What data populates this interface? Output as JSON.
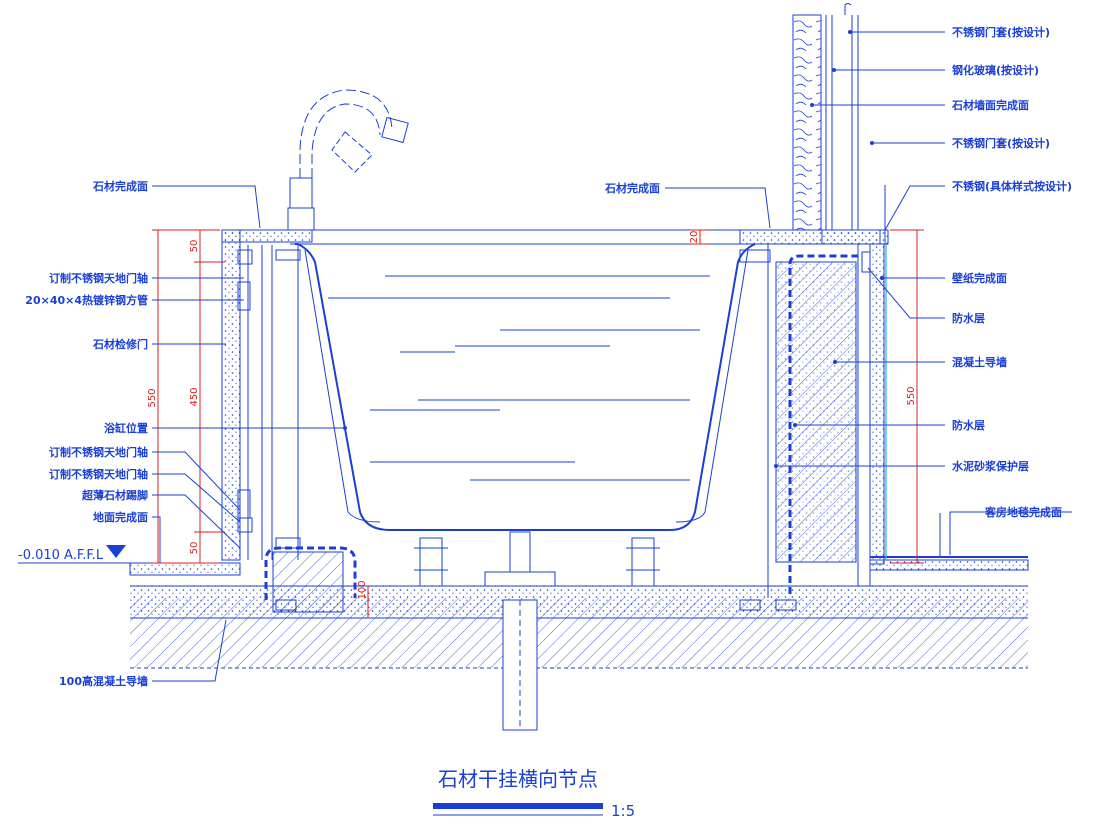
{
  "labels_left": [
    "石材完成面",
    "订制不锈钢天地门轴",
    "20×40×4热镀锌钢方管",
    "石材检修门",
    "浴缸位置",
    "订制不锈钢天地门轴",
    "订制不锈钢天地门轴",
    "超薄石材踢脚",
    "地面完成面",
    "100高混凝土导墙"
  ],
  "label_center": "石材完成面",
  "labels_right": [
    "不锈钢门套(按设计)",
    "钢化玻璃(按设计)",
    "石材墙面完成面",
    "不锈钢门套(按设计)",
    "不锈钢(具体样式按设计)",
    "壁纸完成面",
    "防水层",
    "混凝土导墙",
    "防水层",
    "水泥砂浆保护层",
    "客房地毯完成面"
  ],
  "level_mark": "-0.010 A.F.F.L",
  "dims": {
    "left_outer": "550",
    "left_top": "50",
    "left_mid": "450",
    "left_bottom": "50",
    "rim": "20",
    "right_outer": "550",
    "drain": "100"
  },
  "title": "石材干挂横向节点",
  "scale": "1:5",
  "colors": {
    "line": "#1a3fd6",
    "dimension": "#d62020",
    "accent": "#19b7c9"
  }
}
